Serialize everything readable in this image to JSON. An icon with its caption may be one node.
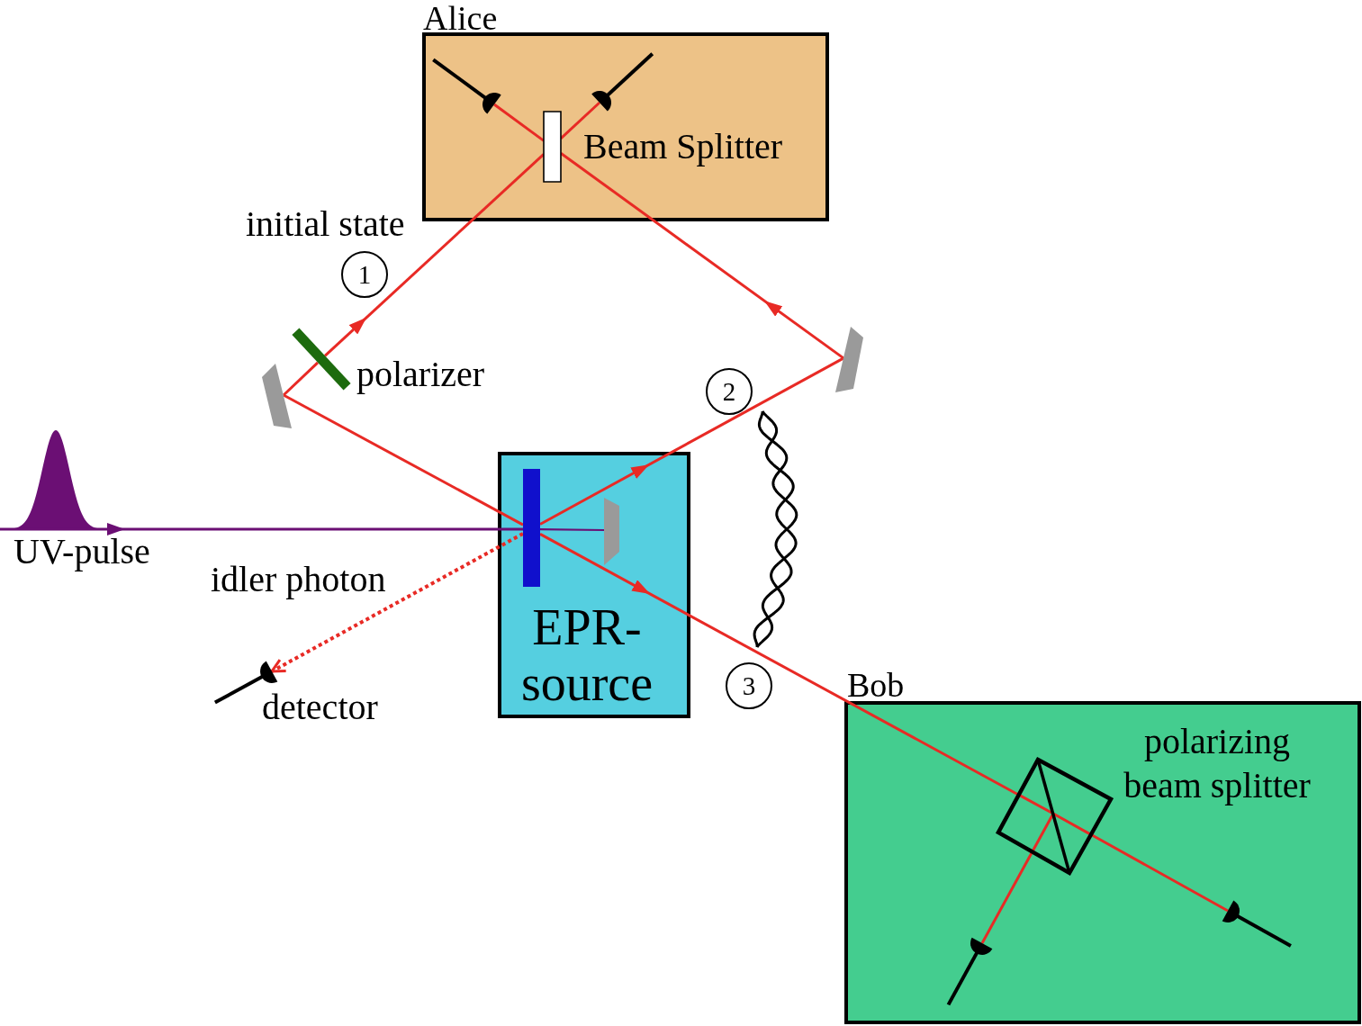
{
  "diagram": {
    "nodes": [
      {
        "text": [
          "Alice"
        ]
      },
      {
        "text": [],
        "shape": "box",
        "in": 0,
        "beside": [
          "Beam Splitter"
        ]
      },
      {
        "text": [],
        "shape": "picture",
        "in": 0
      },
      {
        "text": [],
        "shape": "picture",
        "in": 0
      },
      {
        "text": [
          "1"
        ],
        "beside": [
          "initial state"
        ]
      },
      {
        "text": [],
        "shape": "bar",
        "beside": [
          "polarizer"
        ]
      },
      {
        "text": [],
        "shape": "bar"
      },
      {
        "text": [
          "2"
        ]
      },
      {
        "text": [],
        "shape": "bar"
      },
      {
        "text": [],
        "shape": "picture",
        "beside": [
          "UV-pulse"
        ]
      },
      {
        "text": [
          "EPR-source"
        ]
      },
      {
        "text": [],
        "shape": "bar",
        "in": 10
      },
      {
        "text": [],
        "shape": "bar",
        "in": 10
      },
      {
        "text": [],
        "shape": "picture",
        "beside": [
          "detector"
        ]
      },
      {
        "text": [
          "3"
        ]
      },
      {
        "text": [
          "Bob"
        ]
      },
      {
        "text": [],
        "shape": "picture",
        "in": 15,
        "beside": [
          "polarizing beam splitter"
        ]
      },
      {
        "text": [],
        "shape": "picture",
        "in": 15
      },
      {
        "text": [],
        "shape": "picture",
        "in": 15
      }
    ],
    "edges": [
      {
        "from": 11,
        "to": 6,
        "arrow": "none"
      },
      {
        "from": 6,
        "to": 5,
        "arrow": "none"
      },
      {
        "from": 5,
        "to": 1,
        "arrow": "to"
      },
      {
        "from": 1,
        "to": 2,
        "arrow": "none"
      },
      {
        "from": 1,
        "to": 3,
        "arrow": "none"
      },
      {
        "from": 11,
        "to": 8,
        "arrow": "to"
      },
      {
        "from": 8,
        "to": 1,
        "arrow": "to"
      },
      {
        "from": 9,
        "to": 11,
        "arrow": "to",
        "color": "#6b0f74"
      },
      {
        "from": 11,
        "to": 12,
        "arrow": "none",
        "color": "#6b0f74"
      },
      {
        "from": 11,
        "to": 13,
        "arrow": "to",
        "style": "dashed",
        "label": "idler photon"
      },
      {
        "from": 11,
        "to": 16,
        "arrow": "to"
      },
      {
        "from": 16,
        "to": 17,
        "arrow": "none"
      },
      {
        "from": 16,
        "to": 18,
        "arrow": "none"
      }
    ]
  }
}
